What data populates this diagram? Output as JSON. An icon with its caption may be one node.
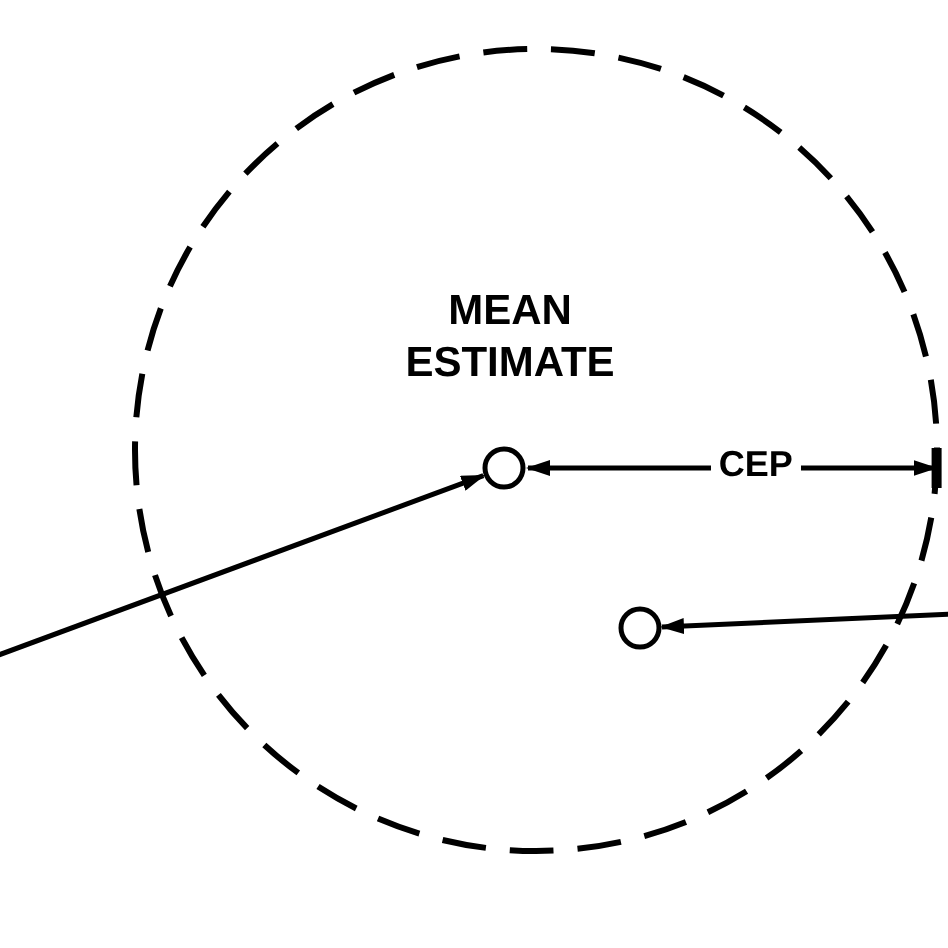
{
  "diagram": {
    "nodes": [
      {
        "text": [],
        "shape": "circle"
      },
      {
        "text": [],
        "shape": "circle",
        "in": 0,
        "beside": [
          "MEAN ESTIMATE"
        ]
      },
      {
        "text": [],
        "shape": "circle",
        "in": 0
      }
    ],
    "edges": [
      {
        "from": null,
        "to": 1,
        "arrow": "to"
      },
      {
        "from": null,
        "to": 2,
        "arrow": "to"
      },
      {
        "from": 1,
        "to": 0,
        "arrow": "both",
        "label": "CEP"
      }
    ]
  }
}
